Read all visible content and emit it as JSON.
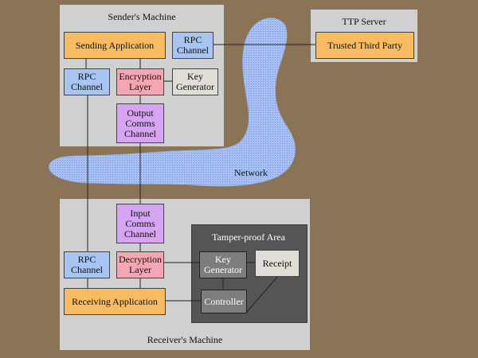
{
  "regions": {
    "sender": "Sender's Machine",
    "ttp": "TTP Server",
    "receiver": "Receiver's Machine",
    "tamper": "Tamper-proof Area"
  },
  "network": {
    "label": "Network"
  },
  "boxes": {
    "sending_application": "Sending Application",
    "rpc_sender_top": "RPC\nChannel",
    "trusted_third_party": "Trusted Third Party",
    "rpc_sender_left": "RPC\nChannel",
    "encryption_layer": "Encryption\nLayer",
    "key_generator_sender": "Key\nGenerator",
    "output_comms_channel": "Output\nComms\nChannel",
    "input_comms_channel": "Input\nComms\nChannel",
    "rpc_receiver": "RPC\nChannel",
    "decryption_layer": "Decryption\nLayer",
    "key_generator_receiver": "Key\nGenerator",
    "receipt": "Receipt",
    "receiving_application": "Receiving Application",
    "controller": "Controller"
  },
  "colors": {
    "background": "#8b7356",
    "machine": "#d0d0d0",
    "tamper_area": "#555555",
    "network": "#a9c0f5",
    "application": "#f7bb62",
    "rpc_channel": "#a8c4f0",
    "crypto_layer": "#f4a7b2",
    "comms_channel": "#d6a4f2",
    "key_generator": "#e0dcd6"
  }
}
